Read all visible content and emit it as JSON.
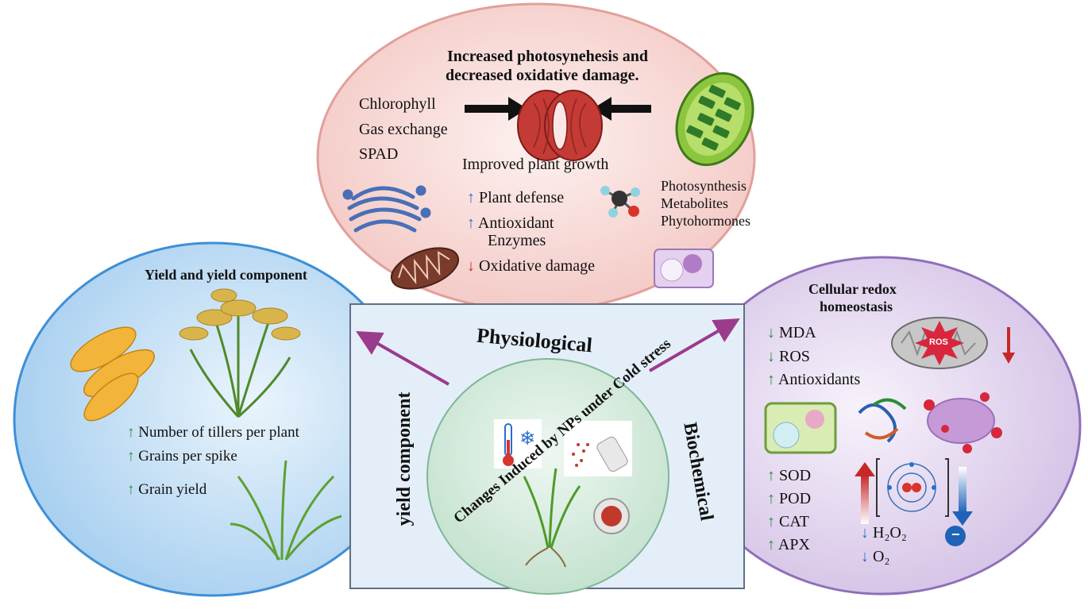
{
  "top": {
    "title_line1": "Increased photosynehesis and",
    "title_line2": "decreased oxidative damage.",
    "left_items": [
      "Chlorophyll",
      "Gas exchange",
      "SPAD"
    ],
    "center_label": "Improved plant growth",
    "effects": [
      {
        "arrow": "↑",
        "text": "Plant defense"
      },
      {
        "arrow": "↑",
        "text": "Antioxidant"
      },
      {
        "arrow": "",
        "text": "Enzymes"
      },
      {
        "arrow": "↓",
        "text": "Oxidative damage"
      }
    ],
    "right_items": [
      "Photosynthesis",
      "Metabolites",
      "Phytohormones"
    ]
  },
  "left": {
    "title": "Yield and yield component",
    "items": [
      {
        "arrow": "↑",
        "text": "Number of tillers per plant"
      },
      {
        "arrow": "↑",
        "text": "Grains per spike"
      },
      {
        "arrow": "↑",
        "text": "Grain yield"
      }
    ]
  },
  "right": {
    "title_line1": "Cellular redox",
    "title_line2": "homeostasis",
    "markers": [
      {
        "arrow": "↓",
        "text": "MDA"
      },
      {
        "arrow": "↓",
        "text": "ROS"
      },
      {
        "arrow": "↑",
        "text": "Antioxidants"
      }
    ],
    "ros_label": "ROS",
    "enzymes": [
      {
        "arrow": "↑",
        "text": "SOD"
      },
      {
        "arrow": "↑",
        "text": "POD"
      },
      {
        "arrow": "↑",
        "text": "CAT"
      },
      {
        "arrow": "↑",
        "text": "APX"
      }
    ],
    "species": [
      {
        "arrow": "↓",
        "text": "H₂O₂"
      },
      {
        "arrow": "↓",
        "text": "O₂"
      }
    ],
    "minus": "−"
  },
  "center": {
    "top_label": "Physiological",
    "left_label": "yield component",
    "right_label": "Biochemical",
    "circle_label": "Changes Induced by NPs under Cold stress"
  },
  "colors": {
    "top_fill": "#f7d6d3",
    "left_fill": "#cde4f7",
    "right_fill": "#e6dcf0",
    "center_box": "#e4eef9",
    "inner_circle": "#d6ecdf",
    "arrow_purple": "#9b3b8c"
  }
}
